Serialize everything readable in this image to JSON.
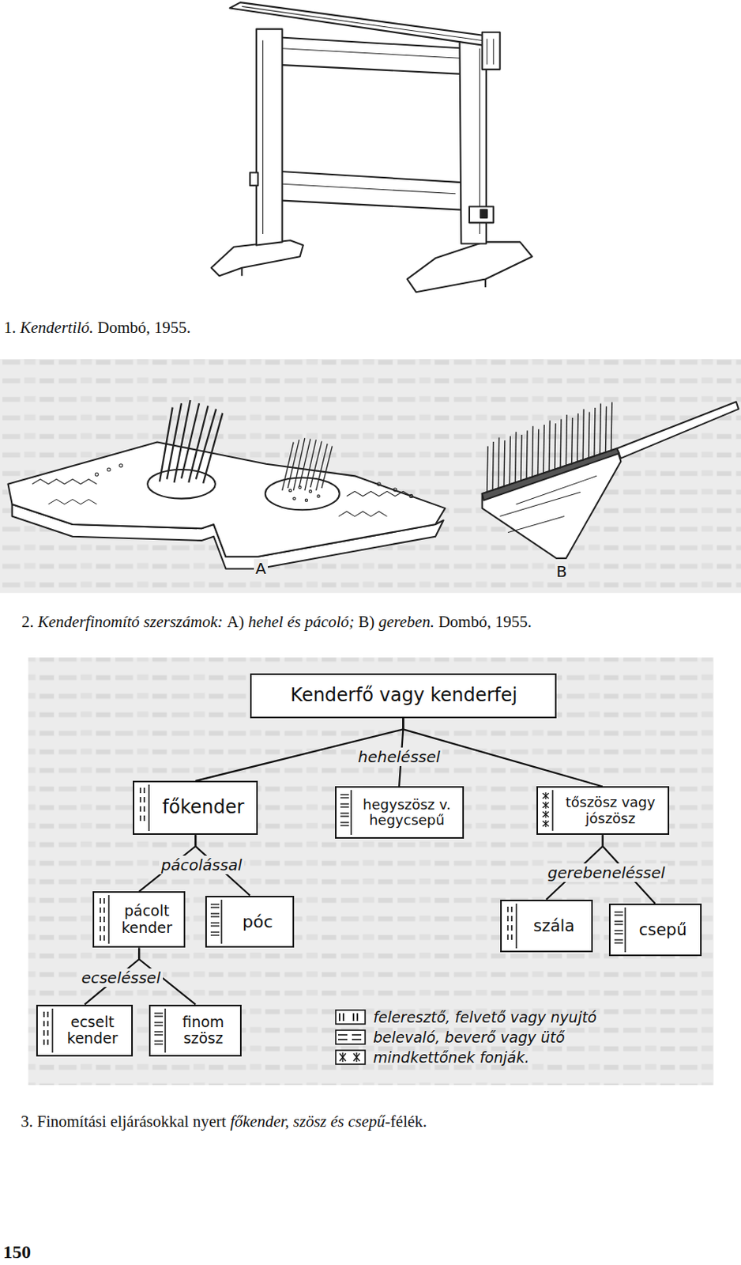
{
  "diagram": {
    "nodes": [
      {
        "text": [
          "Kenderfő vagy kenderfej"
        ]
      },
      {
        "text": [
          "főkender"
        ]
      },
      {
        "text": [
          "hegyszösz v. hegycsepű"
        ]
      },
      {
        "text": [
          "tőszösz vagy jószösz"
        ]
      },
      {
        "text": [
          "pácolt kender"
        ]
      },
      {
        "text": [
          "póc"
        ]
      },
      {
        "text": [
          "szála"
        ]
      },
      {
        "text": [
          "csepű"
        ]
      },
      {
        "text": [
          "ecselt kender"
        ]
      },
      {
        "text": [
          "finom szösz"
        ]
      }
    ],
    "edges": [
      {
        "from": 0,
        "to": 1,
        "arrow": "none"
      },
      {
        "from": 0,
        "to": 2,
        "label": "heheléssel",
        "arrow": "none"
      },
      {
        "from": 0,
        "to": 3,
        "arrow": "none"
      },
      {
        "from": 1,
        "to": 4,
        "label": "pácolással",
        "arrow": "none"
      },
      {
        "from": 1,
        "to": 5,
        "arrow": "none"
      },
      {
        "from": 3,
        "to": 6,
        "label": "gerebeneléssel",
        "arrow": "none"
      },
      {
        "from": 3,
        "to": 7,
        "arrow": "none"
      },
      {
        "from": 4,
        "to": 8,
        "label": "ecseléssel",
        "arrow": "none"
      },
      {
        "from": 4,
        "to": 9,
        "arrow": "none"
      }
    ],
    "labels": [
      "1.",
      "Kendertiló.",
      "Dombó, 1955.",
      "A",
      "B",
      "2.",
      "Kenderfinomító szerszámok:",
      "A)",
      "hehel és pácoló;",
      "B)",
      "gereben.",
      "Dombó, 1955.",
      "3. Finomítási eljárásokkal nyert",
      "főkender, szösz és csepű",
      "-félék.",
      "150"
    ],
    "legend": [
      {
        "text": "feleresztő, felvető vagy nyujtó"
      },
      {
        "text": "belevaló, beverő vagy ütő"
      },
      {
        "text": "mindkettőnek fonják."
      }
    ]
  }
}
